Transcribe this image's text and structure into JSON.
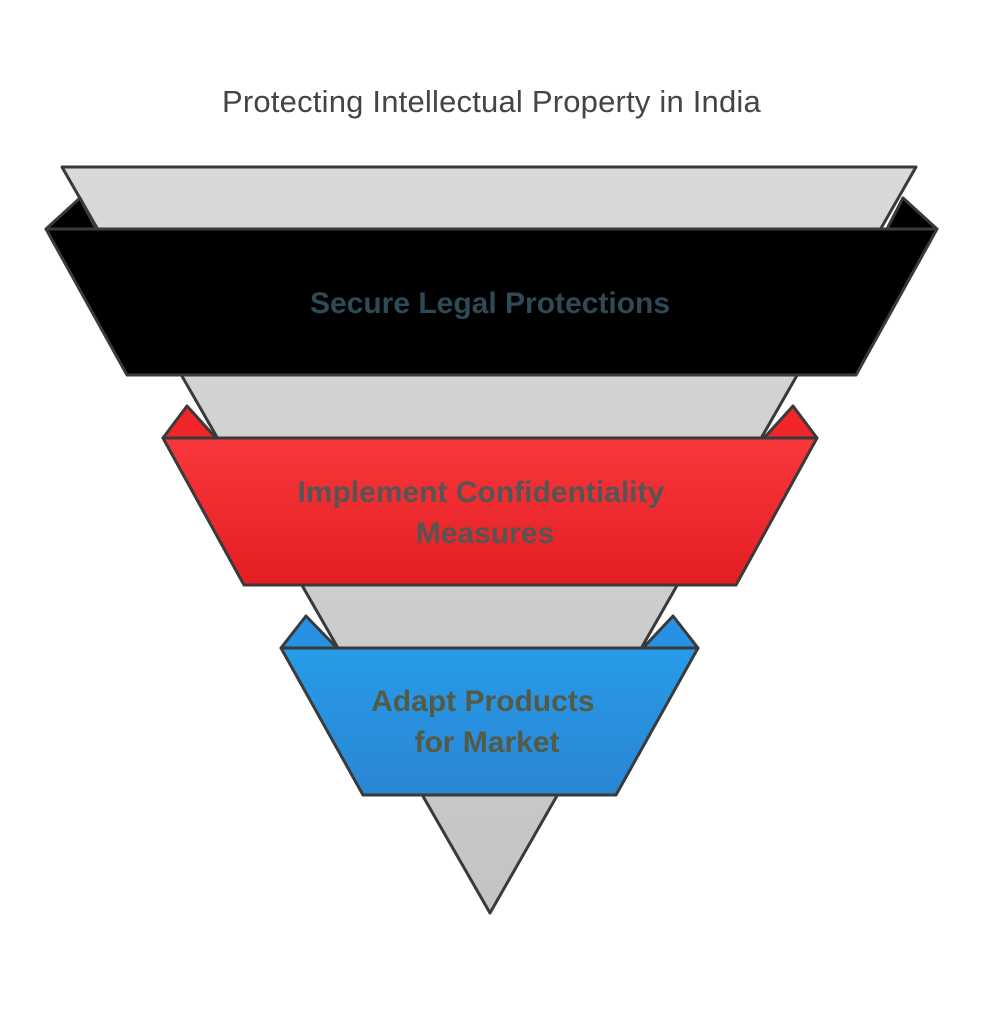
{
  "diagram": {
    "title": "Protecting Intellectual Property in India",
    "layers": [
      {
        "id": "legal",
        "lines": [
          "Secure Legal Protections"
        ],
        "band_color": "#000000",
        "text_color": "#2e4a57"
      },
      {
        "id": "confidentiality",
        "lines": [
          "Implement Confidentiality",
          "Measures"
        ],
        "band_color": "#f0262b",
        "text_color": "#555555"
      },
      {
        "id": "products",
        "lines": [
          "Adapt Products",
          "for Market"
        ],
        "band_color": "#2790e2",
        "text_color": "#555a44"
      }
    ],
    "funnel_color": "#d4d4d4",
    "outline_color": "#3a3a3a"
  }
}
